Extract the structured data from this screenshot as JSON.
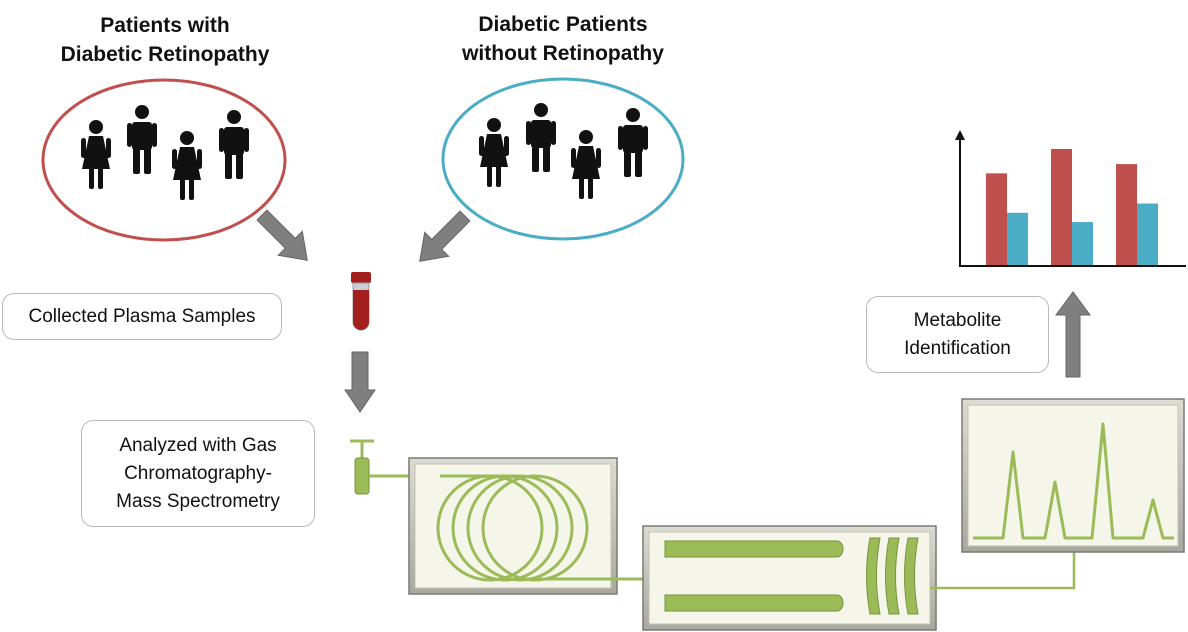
{
  "groups": {
    "retinopathy": {
      "title_line1": "Patients with",
      "title_line2": "Diabetic Retinopathy",
      "color": "#c0504d"
    },
    "no_retinopathy": {
      "title_line1": "Diabetic Patients",
      "title_line2": "without Retinopathy",
      "color": "#4bacc6"
    }
  },
  "labels": {
    "plasma": "Collected Plasma Samples",
    "gcms_line1": "Analyzed with Gas",
    "gcms_line2": "Chromatography-",
    "gcms_line3": "Mass Spectrometry",
    "metabolite_line1": "Metabolite",
    "metabolite_line2": "Identification"
  },
  "colors": {
    "arrow": "#7f7f7f",
    "instrument": "#9bbb59",
    "panel": "#f6f5e9",
    "blood": "#a3201f"
  },
  "chart_data": {
    "type": "bar",
    "categories": [
      "",
      "",
      ""
    ],
    "series": [
      {
        "values": [
          0.79,
          1.0,
          0.87
        ],
        "color": "#c0504d"
      },
      {
        "values": [
          0.45,
          0.37,
          0.53
        ],
        "color": "#4bacc6"
      }
    ],
    "xlabel": "",
    "ylabel": ""
  }
}
